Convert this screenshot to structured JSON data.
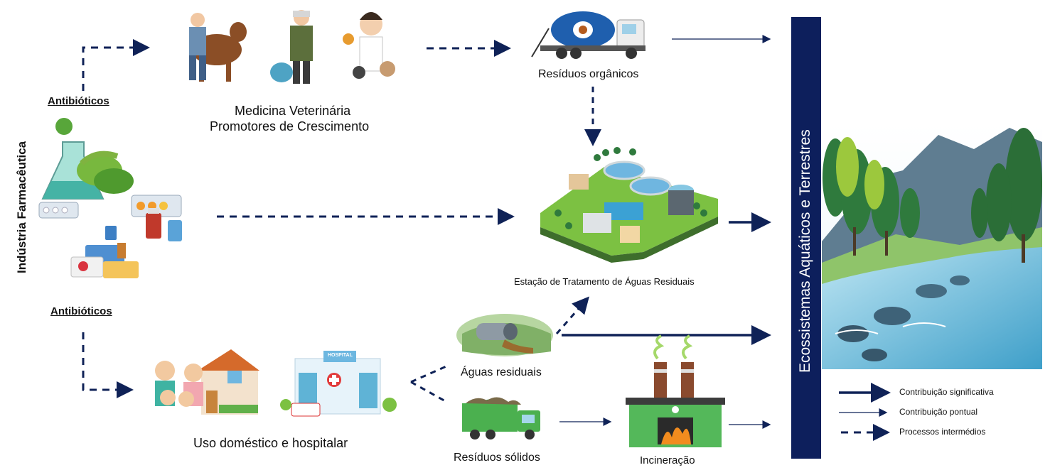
{
  "labels": {
    "industria": "Indústria Farmacêutica",
    "antibioticos_top": "Antibióticos",
    "antibioticos_bottom": "Antibióticos",
    "medicina_line1": "Medicina Veterinária",
    "medicina_line2": "Promotores de Crescimento",
    "residuos_organicos": "Resíduos orgânicos",
    "etar": "Estação de Tratamento de Águas Residuais",
    "aguas_residuais": "Águas residuais",
    "residuos_solidos": "Resíduos sólidos",
    "incineracao": "Incineração",
    "uso_domestico": "Uso doméstico e hospitalar",
    "ecossistemas": "Ecossistemas Aquáticos e Terrestres",
    "hospital_sign": "HOSPITAL"
  },
  "legend": {
    "significant": "Contribuição significativa",
    "pontual": "Contribuição pontual",
    "intermedios": "Processos intermédios"
  },
  "colors": {
    "arrow": "#0f2257",
    "banner": "#0d1f5c",
    "grass": "#7cc142",
    "water": "#5fb3d6"
  }
}
